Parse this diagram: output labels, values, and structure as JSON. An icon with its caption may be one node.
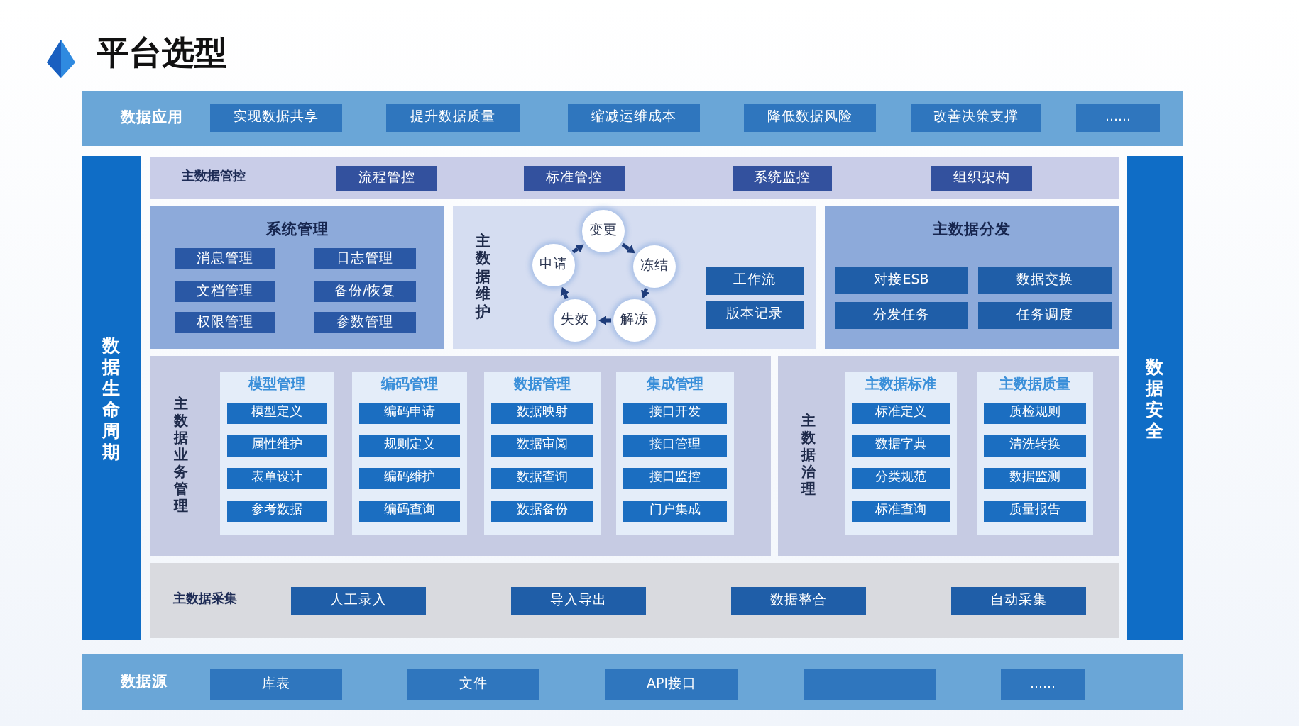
{
  "diagram": {
    "title": "平台选型",
    "nodes": [
      {
        "text": [
          "数据应用"
        ]
      },
      {
        "text": [
          "实现数据共享"
        ],
        "in": 0
      },
      {
        "text": [
          "提升数据质量"
        ],
        "in": 0
      },
      {
        "text": [
          "缩减运维成本"
        ],
        "in": 0
      },
      {
        "text": [
          "降低数据风险"
        ],
        "in": 0
      },
      {
        "text": [
          "改善决策支撑"
        ],
        "in": 0
      },
      {
        "text": [
          "......"
        ],
        "in": 0
      },
      {
        "text": [
          "数据生命周期"
        ]
      },
      {
        "text": [
          "主数据管控"
        ]
      },
      {
        "text": [
          "流程管控"
        ],
        "in": 8
      },
      {
        "text": [
          "标准管控"
        ],
        "in": 8
      },
      {
        "text": [
          "系统监控"
        ],
        "in": 8
      },
      {
        "text": [
          "组织架构"
        ],
        "in": 8
      },
      {
        "text": [
          "系统管理"
        ]
      },
      {
        "text": [
          "消息管理"
        ],
        "in": 13
      },
      {
        "text": [
          "日志管理"
        ],
        "in": 13
      },
      {
        "text": [
          "文档管理"
        ],
        "in": 13
      },
      {
        "text": [
          "备份/恢复"
        ],
        "in": 13
      },
      {
        "text": [
          "权限管理"
        ],
        "in": 13
      },
      {
        "text": [
          "参数管理"
        ],
        "in": 13
      },
      {
        "text": [
          "主数据维护"
        ]
      },
      {
        "text": [
          "变更"
        ],
        "in": 20
      },
      {
        "text": [
          "申请"
        ],
        "in": 20
      },
      {
        "text": [
          "冻结"
        ],
        "in": 20
      },
      {
        "text": [
          "失效"
        ],
        "in": 20
      },
      {
        "text": [
          "解冻"
        ],
        "in": 20
      },
      {
        "text": [
          "工作流"
        ],
        "in": 20
      },
      {
        "text": [
          "版本记录"
        ],
        "in": 20
      },
      {
        "text": [
          "主数据分发"
        ]
      },
      {
        "text": [
          "对接ESB"
        ],
        "in": 28
      },
      {
        "text": [
          "数据交换"
        ],
        "in": 28
      },
      {
        "text": [
          "分发任务"
        ],
        "in": 28
      },
      {
        "text": [
          "任务调度"
        ],
        "in": 28
      },
      {
        "text": [
          "主数据业务管理"
        ]
      },
      {
        "text": [
          "模型管理"
        ],
        "in": 33
      },
      {
        "text": [
          "模型定义"
        ],
        "in": 34
      },
      {
        "text": [
          "属性维护"
        ],
        "in": 34
      },
      {
        "text": [
          "表单设计"
        ],
        "in": 34
      },
      {
        "text": [
          "参考数据"
        ],
        "in": 34
      },
      {
        "text": [
          "编码管理"
        ],
        "in": 33
      },
      {
        "text": [
          "编码申请"
        ],
        "in": 39
      },
      {
        "text": [
          "规则定义"
        ],
        "in": 39
      },
      {
        "text": [
          "编码维护"
        ],
        "in": 39
      },
      {
        "text": [
          "编码查询"
        ],
        "in": 39
      },
      {
        "text": [
          "数据管理"
        ],
        "in": 33
      },
      {
        "text": [
          "数据映射"
        ],
        "in": 44
      },
      {
        "text": [
          "数据审阅"
        ],
        "in": 44
      },
      {
        "text": [
          "数据查询"
        ],
        "in": 44
      },
      {
        "text": [
          "数据备份"
        ],
        "in": 44
      },
      {
        "text": [
          "集成管理"
        ],
        "in": 33
      },
      {
        "text": [
          "接口开发"
        ],
        "in": 49
      },
      {
        "text": [
          "接口管理"
        ],
        "in": 49
      },
      {
        "text": [
          "接口监控"
        ],
        "in": 49
      },
      {
        "text": [
          "门户集成"
        ],
        "in": 49
      },
      {
        "text": [
          "主数据治理"
        ]
      },
      {
        "text": [
          "主数据标准"
        ],
        "in": 54
      },
      {
        "text": [
          "标准定义"
        ],
        "in": 55
      },
      {
        "text": [
          "数据字典"
        ],
        "in": 55
      },
      {
        "text": [
          "分类规范"
        ],
        "in": 55
      },
      {
        "text": [
          "标准查询"
        ],
        "in": 55
      },
      {
        "text": [
          "主数据质量"
        ],
        "in": 54
      },
      {
        "text": [
          "质检规则"
        ],
        "in": 60
      },
      {
        "text": [
          "清洗转换"
        ],
        "in": 60
      },
      {
        "text": [
          "数据监测"
        ],
        "in": 60
      },
      {
        "text": [
          "质量报告"
        ],
        "in": 60
      },
      {
        "text": [
          "主数据采集"
        ]
      },
      {
        "text": [
          "人工录入"
        ],
        "in": 65
      },
      {
        "text": [
          "导入导出"
        ],
        "in": 65
      },
      {
        "text": [
          "数据整合"
        ],
        "in": 65
      },
      {
        "text": [
          "自动采集"
        ],
        "in": 65
      },
      {
        "text": [
          "数据安全"
        ]
      },
      {
        "text": [
          "数据源"
        ]
      },
      {
        "text": [
          "库表"
        ],
        "in": 71
      },
      {
        "text": [
          "文件"
        ],
        "in": 71
      },
      {
        "text": [
          "API接口"
        ],
        "in": 71
      },
      {
        "text": [],
        "shape": "box",
        "in": 71
      },
      {
        "text": [
          "......"
        ],
        "in": 71
      }
    ],
    "edges": [
      {
        "from": 22,
        "to": 21,
        "arrow": "to"
      },
      {
        "from": 21,
        "to": 23,
        "arrow": "to"
      },
      {
        "from": 23,
        "to": 25,
        "arrow": "to"
      },
      {
        "from": 25,
        "to": 24,
        "arrow": "to"
      },
      {
        "from": 24,
        "to": 22,
        "arrow": "to"
      }
    ]
  }
}
